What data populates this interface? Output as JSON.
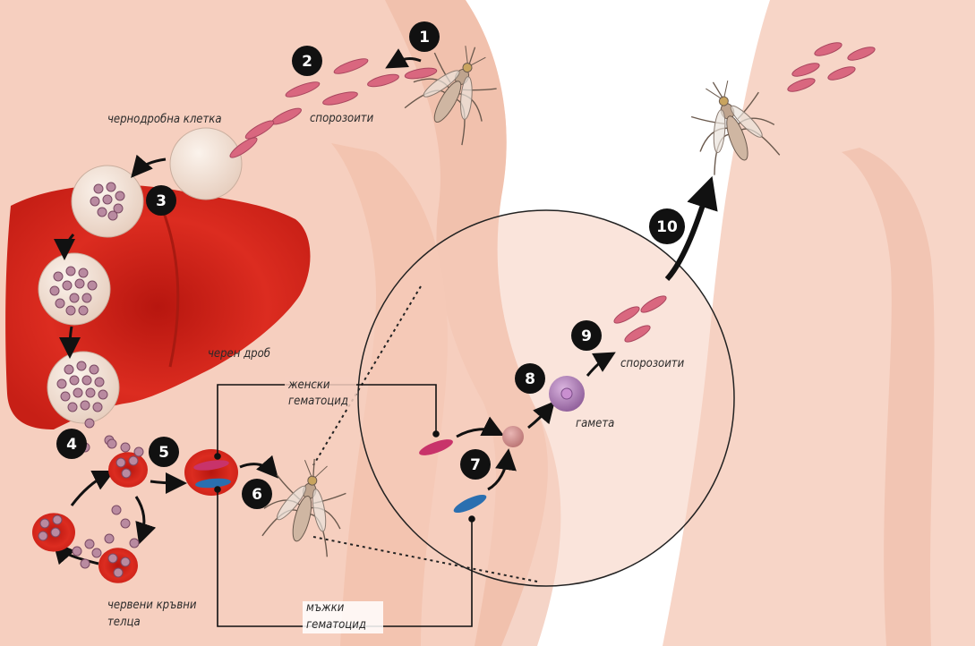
{
  "labels": {
    "liver_cell": "чернодробна клетка",
    "sporozoites_top": "спорозоити",
    "liver": "черен дроб",
    "female_gametocyte_line1": "женски",
    "female_gametocyte_line2": "гематоцид",
    "red_blood_cells_line1": "червени кръвни",
    "red_blood_cells_line2": "телца",
    "male_gametocyte_line1": "мъжки",
    "male_gametocyte_line2": "гематоцид",
    "gamete": "гамета",
    "sporozoites_right": "спорозоити"
  },
  "steps": [
    "1",
    "2",
    "3",
    "4",
    "5",
    "6",
    "7",
    "8",
    "9",
    "10"
  ],
  "colors": {
    "skin": "#f7d2c2",
    "skin_shadow": "#ecb8a3",
    "liver": "#d9291c",
    "liver_dark": "#b41c12",
    "cell": "#f3e2d6",
    "sporozoite": "#d9677f",
    "rbc": "#d92a1e",
    "badge": "#111111",
    "female_gametocyte": "#c8336a",
    "male_gametocyte": "#2a6fb0",
    "gamete": "#a77ab0"
  },
  "icons": [
    "mosquito-icon"
  ]
}
